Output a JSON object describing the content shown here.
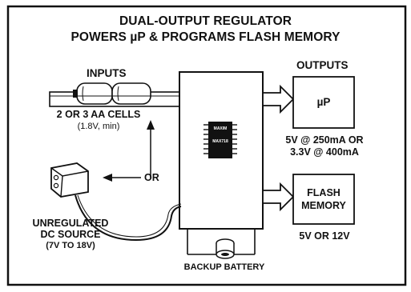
{
  "title": {
    "line1": "DUAL-OUTPUT REGULATOR",
    "line2": "POWERS µP & PROGRAMS FLASH MEMORY"
  },
  "inputs": {
    "heading": "INPUTS",
    "cells_label": "2 OR 3 AA CELLS",
    "cells_min": "(1.8V, min)",
    "or_label": "OR",
    "dc_label_1": "UNREGULATED",
    "dc_label_2": "DC SOURCE",
    "dc_range": "(7V TO 18V)"
  },
  "regulator": {
    "chip_text_1": "MAXIM",
    "chip_text_2": "MAX718"
  },
  "outputs": {
    "heading": "OUTPUTS",
    "up_label": "µP",
    "up_spec_1": "5V @ 250mA OR",
    "up_spec_2": "3.3V @ 400mA",
    "flash_label_1": "FLASH",
    "flash_label_2": "MEMORY",
    "flash_spec": "5V OR 12V"
  },
  "backup": {
    "label": "BACKUP BATTERY"
  },
  "colors": {
    "ink": "#111111",
    "paper": "#ffffff"
  }
}
